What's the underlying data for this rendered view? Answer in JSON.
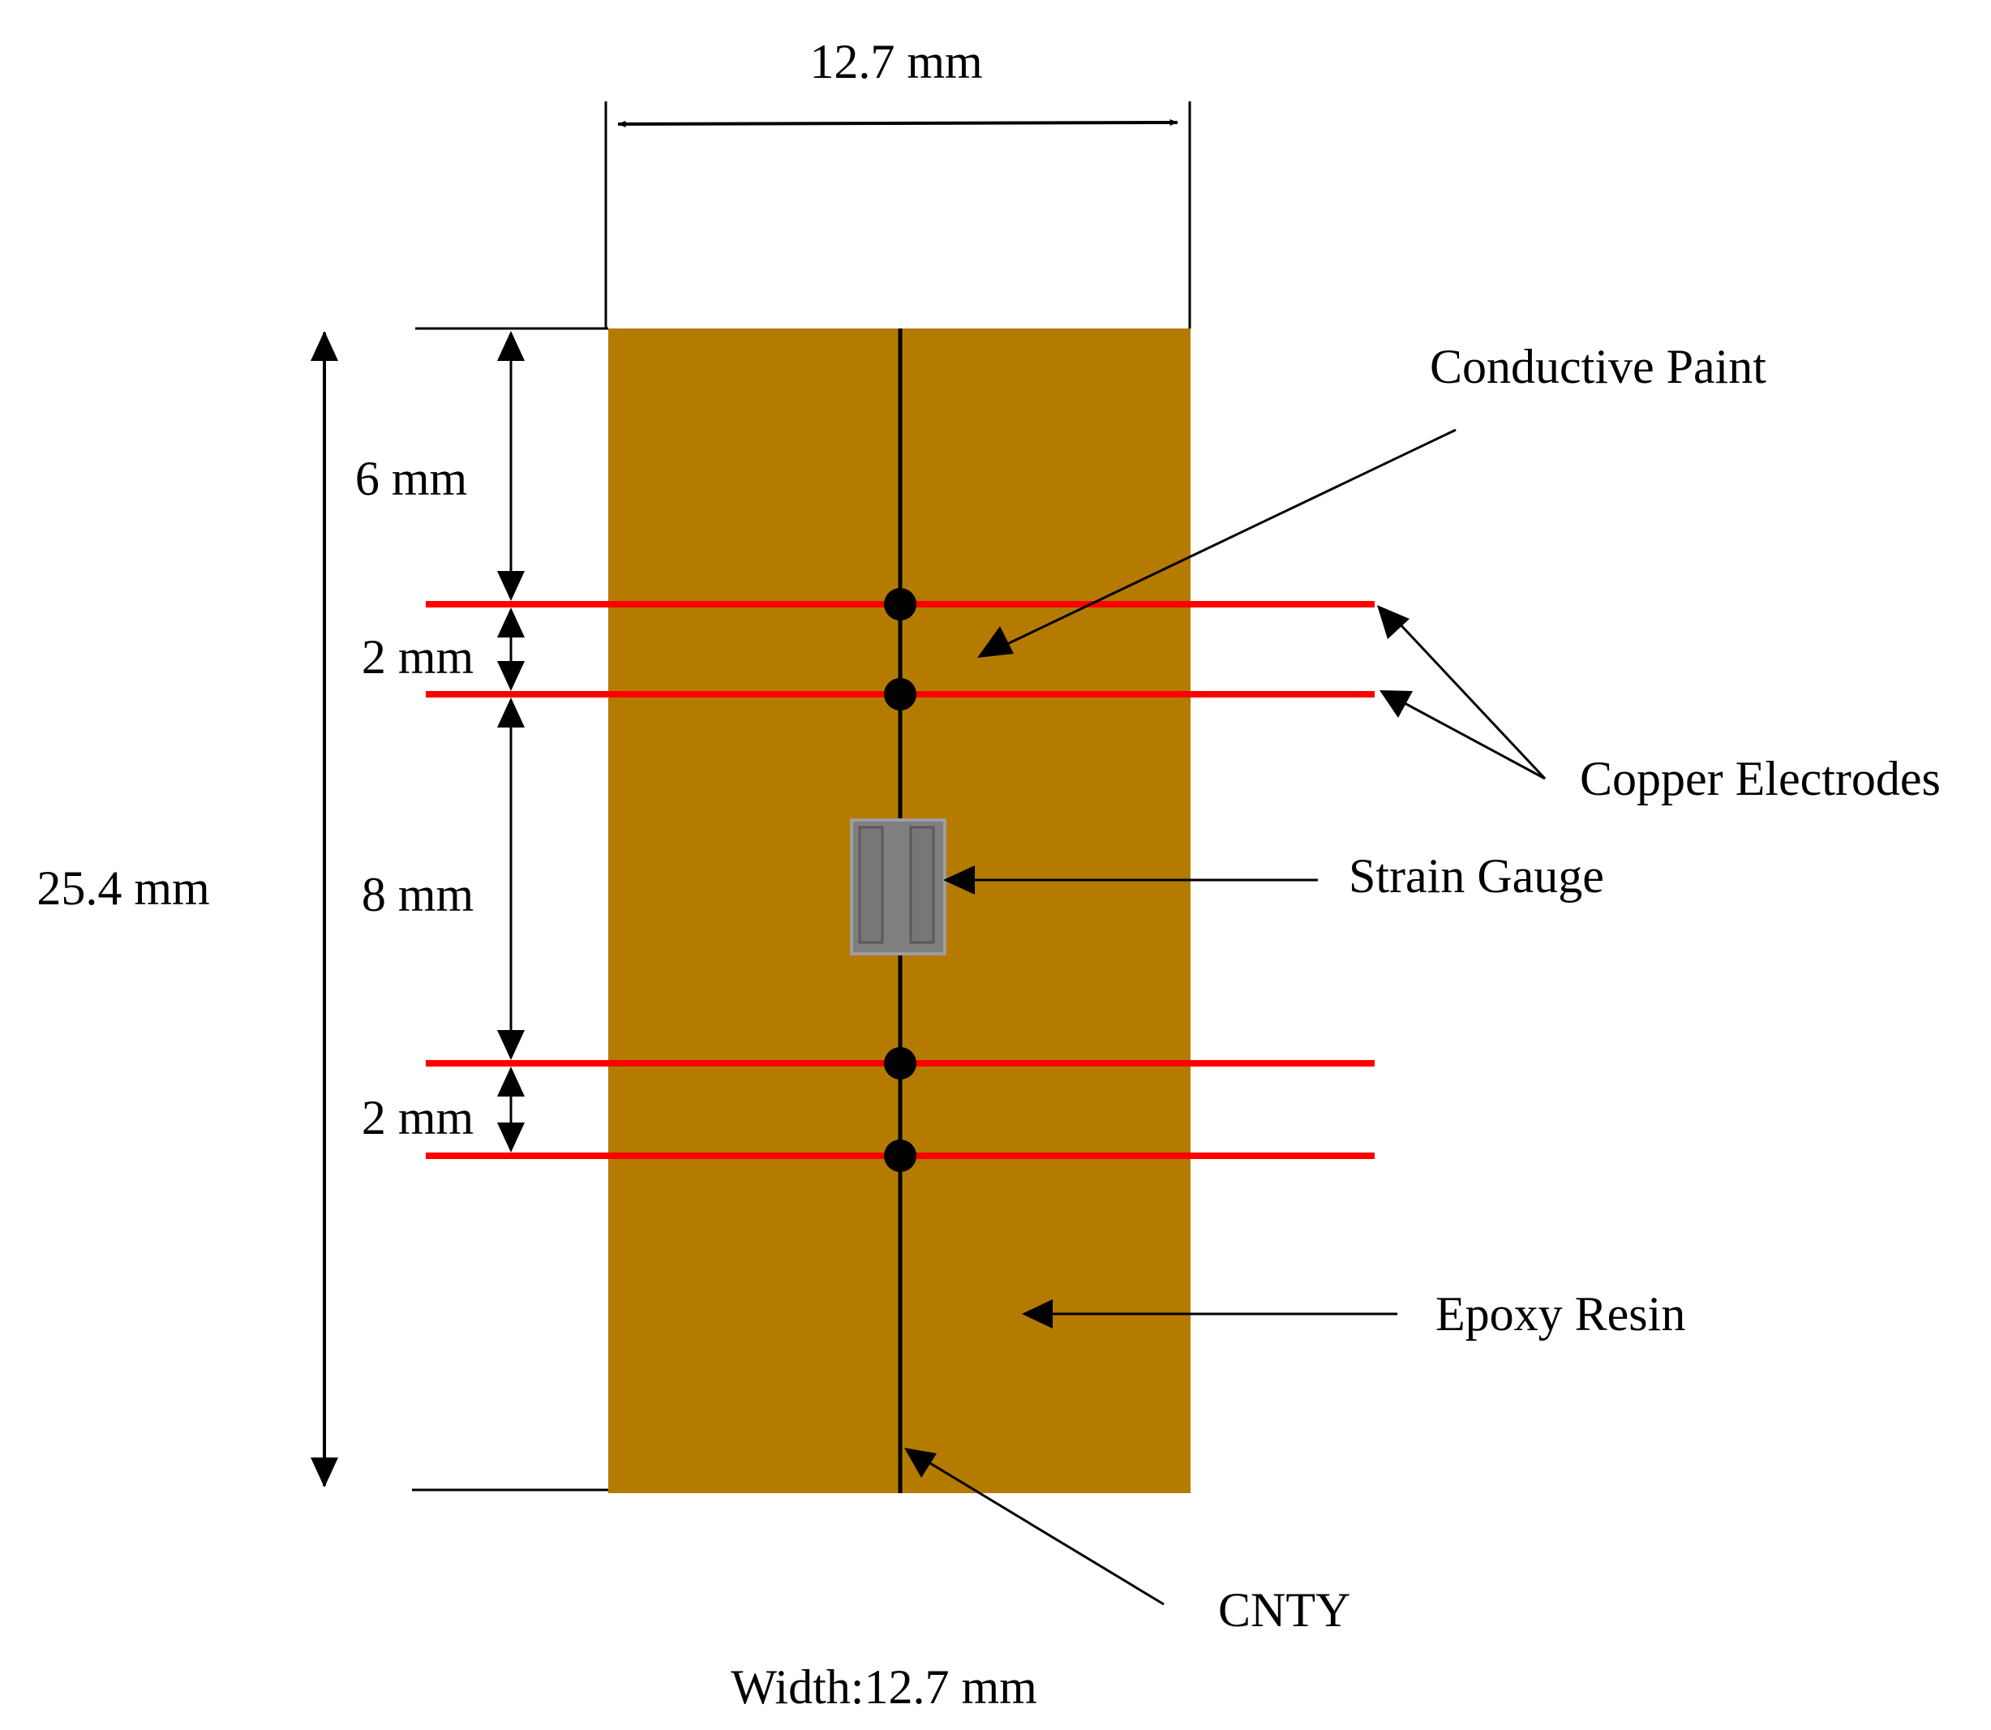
{
  "labels": {
    "top_width": "12.7 mm",
    "total_length": "25.4 mm",
    "seg_top": "6 mm",
    "seg_gap1": "2 mm",
    "seg_mid": "8 mm",
    "seg_gap2": "2 mm",
    "conductive_paint": "Conductive Paint",
    "copper_electrodes": "Copper Electrodes",
    "strain_gauge": "Strain Gauge",
    "epoxy_resin": "Epoxy Resin",
    "cnty": "CNTY",
    "width_caption": "Width:12.7 mm"
  },
  "colors": {
    "epoxy": "#b57a00",
    "electrode": "#ff0000",
    "gauge": "#808080",
    "line": "#000000"
  }
}
